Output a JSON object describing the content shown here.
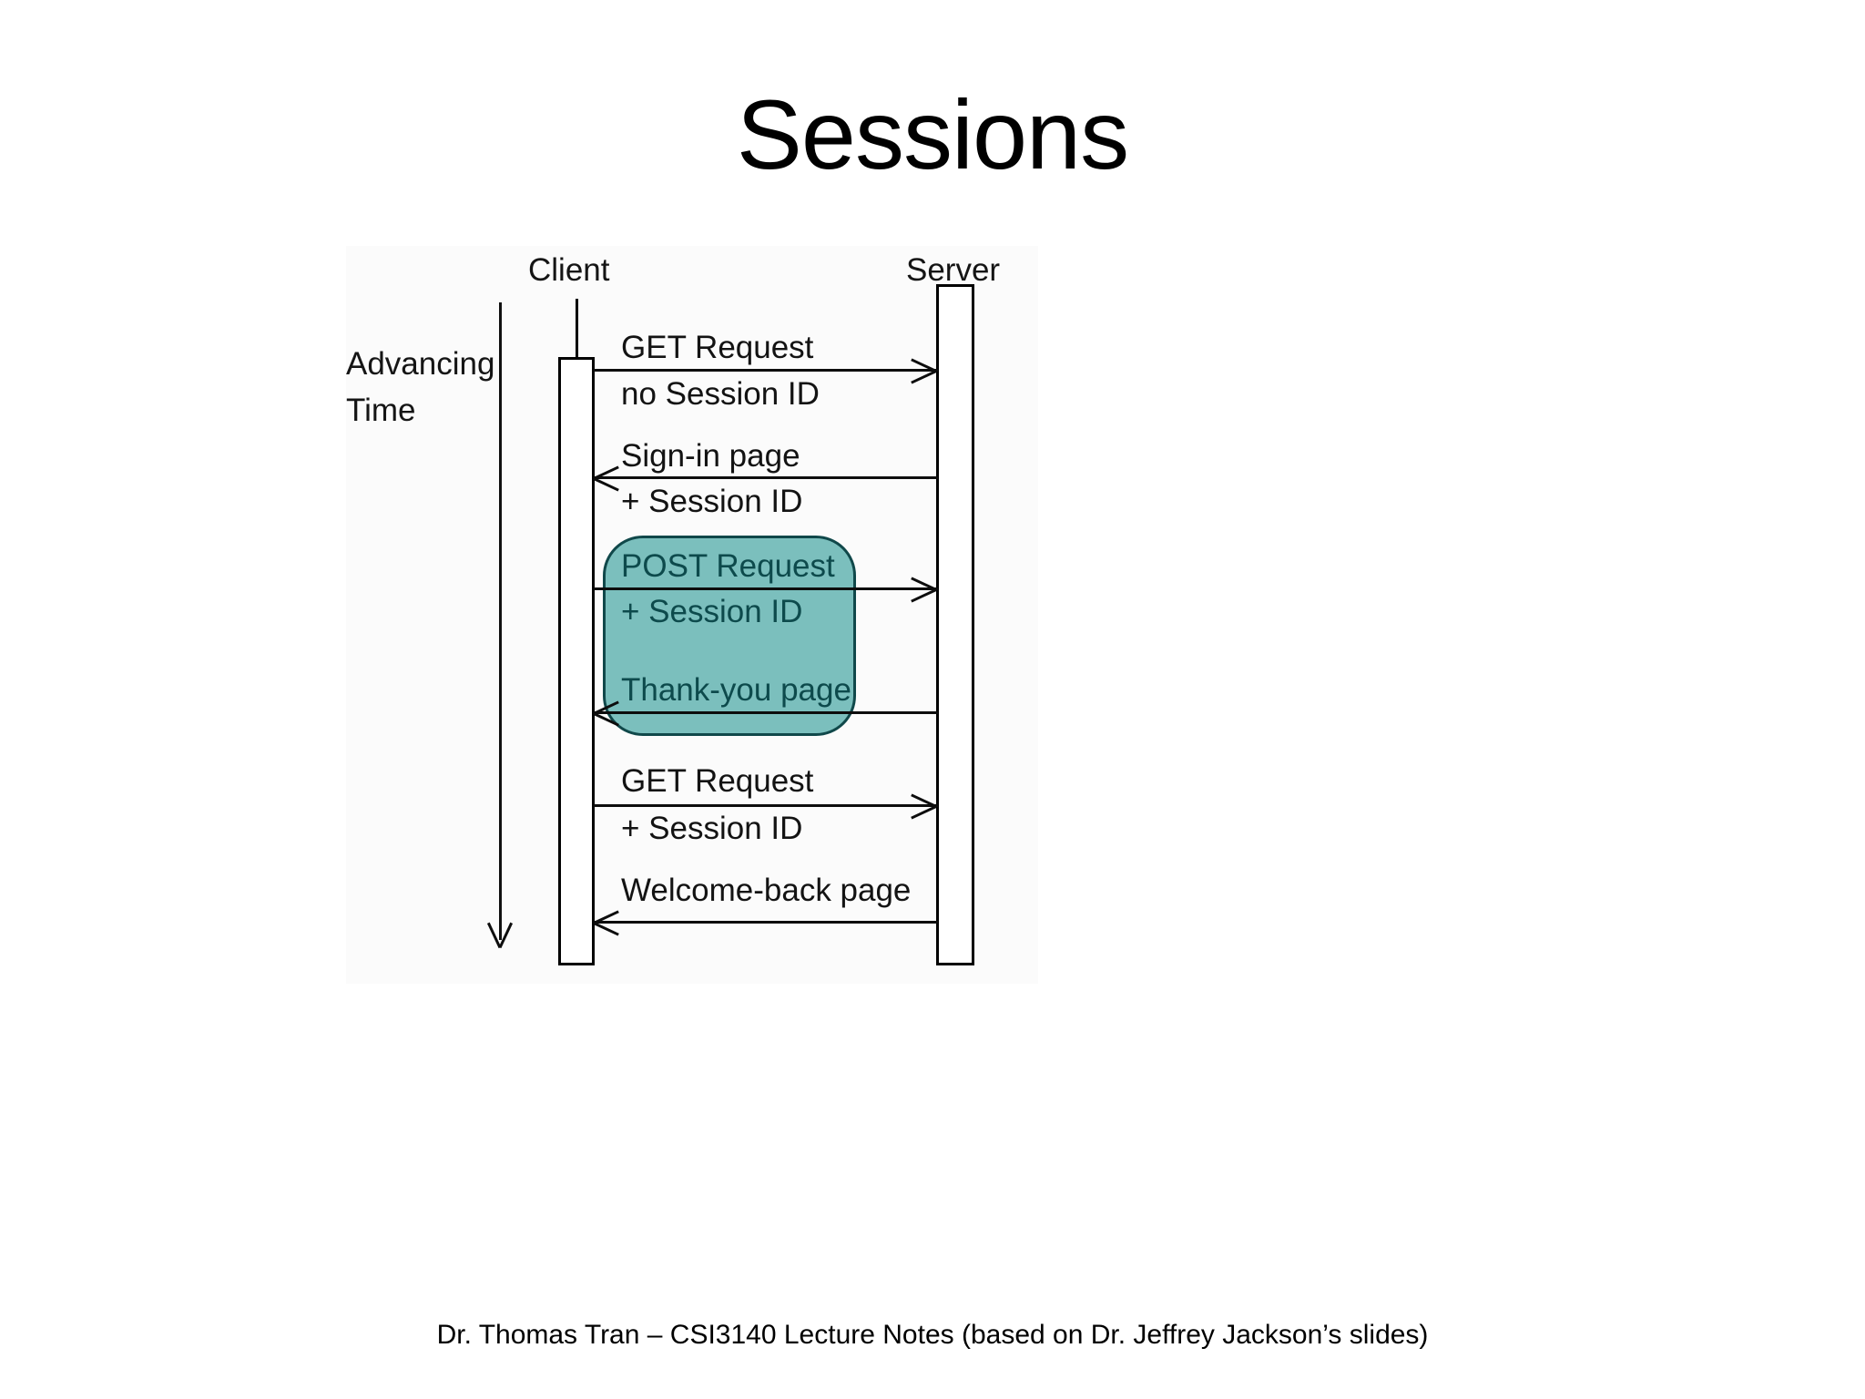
{
  "slide": {
    "title": "Sessions",
    "caption": "Dr. Thomas Tran – CSI3140 Lecture Notes (based on Dr. Jeffrey Jackson’s slides)"
  },
  "diagram": {
    "type": "sequence-diagram",
    "actors": [
      {
        "id": "client",
        "label": "Client"
      },
      {
        "id": "server",
        "label": "Server"
      }
    ],
    "time_axis": {
      "label_line1": "Advancing",
      "label_line2": "Time",
      "direction": "downward"
    },
    "messages": [
      {
        "id": "m1",
        "from": "client",
        "to": "server",
        "direction": "right",
        "above": "GET Request",
        "below": "no Session ID",
        "highlighted": false
      },
      {
        "id": "m2",
        "from": "server",
        "to": "client",
        "direction": "left",
        "above": "Sign-in page",
        "below": "+ Session ID",
        "highlighted": false
      },
      {
        "id": "m3",
        "from": "client",
        "to": "server",
        "direction": "right",
        "above": "POST Request",
        "below": "+ Session ID",
        "highlighted": true
      },
      {
        "id": "m4",
        "from": "server",
        "to": "client",
        "direction": "left",
        "above": "Thank-you page",
        "below": "",
        "highlighted": true
      },
      {
        "id": "m5",
        "from": "client",
        "to": "server",
        "direction": "right",
        "above": "GET Request",
        "below": "+ Session ID",
        "highlighted": false
      },
      {
        "id": "m6",
        "from": "server",
        "to": "client",
        "direction": "left",
        "above": "Welcome-back page",
        "below": "",
        "highlighted": false
      }
    ],
    "highlight": {
      "label": "session-exchange-highlight",
      "covers": [
        "POST Request",
        "+ Session ID",
        "Thank-you page"
      ],
      "fill_color": "#7bbfbd",
      "border_color": "#10484a"
    },
    "colors": {
      "ink": "#0d0d0d",
      "canvas": "#fbfbfb",
      "teal_fill": "#7bbfbd",
      "teal_ink": "#0d4a4c"
    }
  }
}
